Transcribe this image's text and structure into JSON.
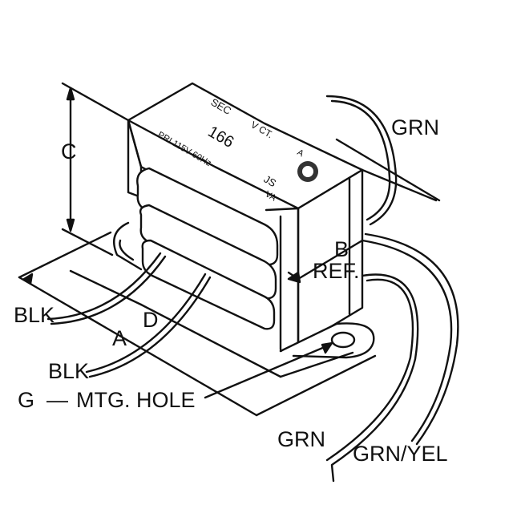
{
  "labels": {
    "c": "C",
    "grn_top": "GRN",
    "b": "B",
    "ref": "REF.",
    "blk_upper": "BLK",
    "d": "D",
    "a": "A",
    "blk_lower": "BLK",
    "g": "G",
    "mtg_hole": "MTG. HOLE",
    "grn_bottom": "GRN",
    "grn_yel": "GRN/YEL"
  },
  "nameplate": {
    "sec": "SEC",
    "model": "166",
    "vct": "V CT.",
    "pri": "PRI 115V 60Hz",
    "amp": "A",
    "va_num": "JS",
    "va": "VA"
  },
  "colors": {
    "ink": "#111111",
    "background": "#ffffff"
  }
}
